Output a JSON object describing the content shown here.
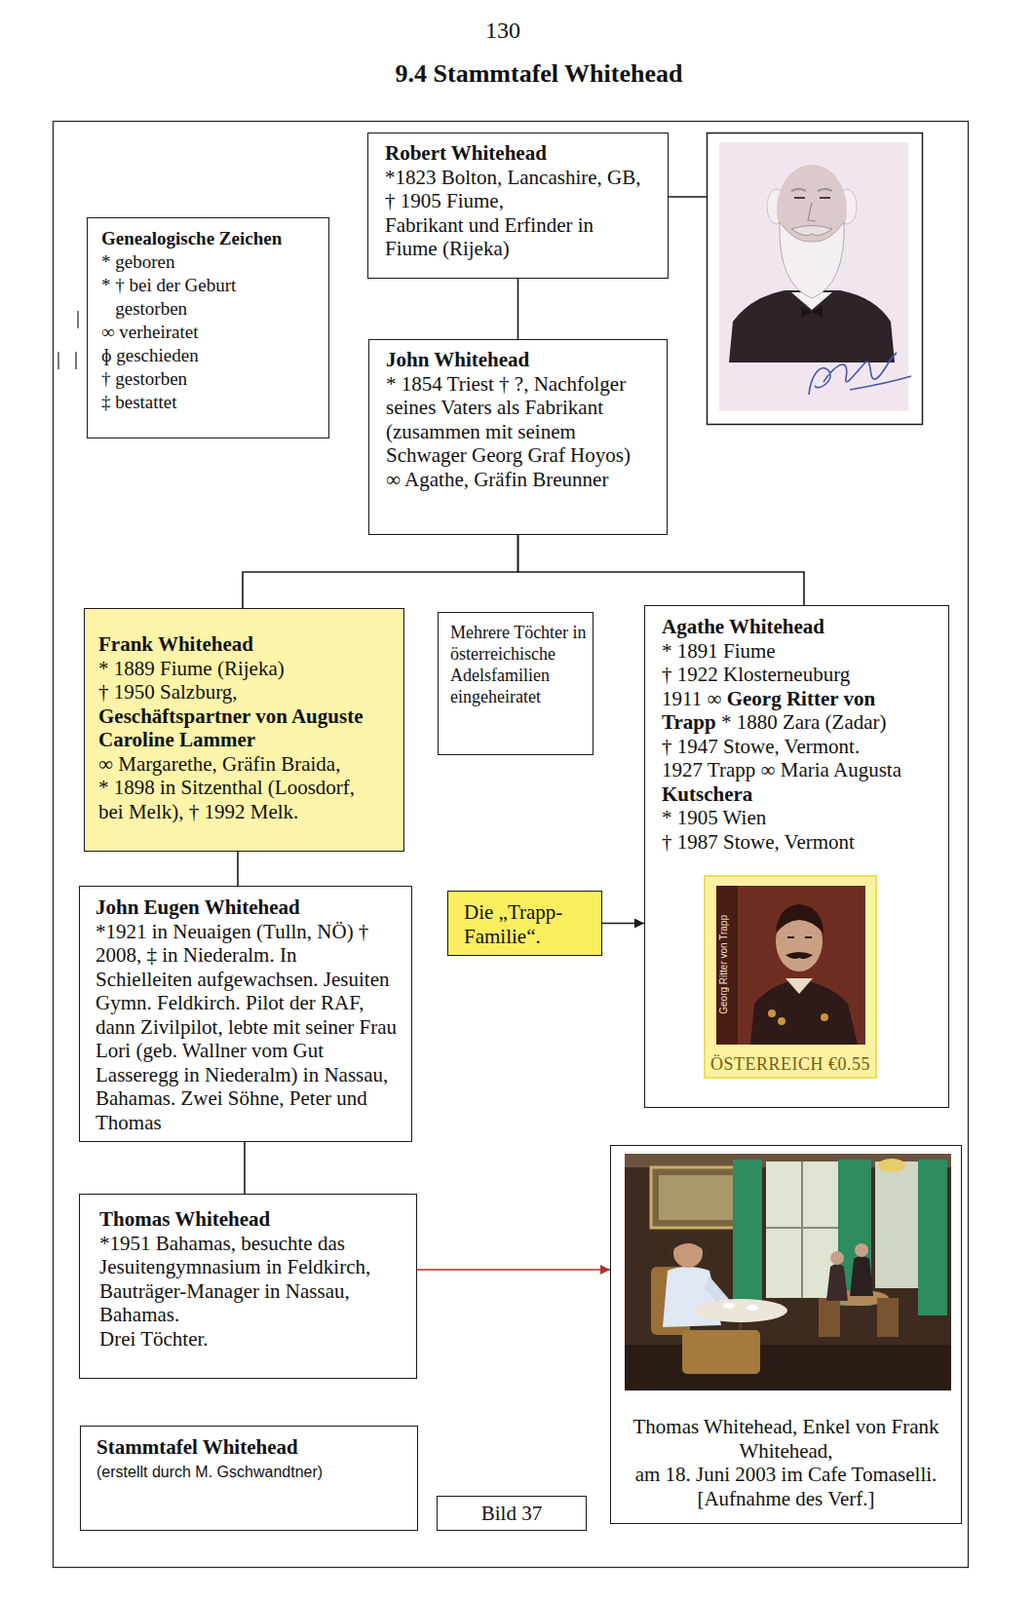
{
  "diagram": {
    "title": "9.4 Stammtafel Whitehead",
    "nodes": [
      {
        "text": [
          "Robert Whitehead",
          "*1823 Bolton, Lancashire, GB,",
          "† 1905 Fiume,",
          "Fabrikant und Erfinder in Fiume (Rijeka)"
        ]
      },
      {
        "text": [
          "Genealogische Zeichen",
          "* geboren",
          "* † bei der Geburt gestorben",
          "∞ verheiratet",
          "ɸ geschieden",
          "† gestorben",
          "‡ bestattet"
        ]
      },
      {
        "text": [
          "John Whitehead",
          "* 1854 Triest † ?, Nachfolger seines Vaters als Fabrikant (zusammen mit seinem Schwager Georg Graf Hoyos)",
          "∞ Agathe, Gräfin Breunner"
        ]
      },
      {
        "text": [
          "Frank Whitehead",
          "* 1889 Fiume (Rijeka)",
          "† 1950 Salzburg,",
          "Geschäftspartner von Auguste Caroline Lammer",
          "∞ Margarethe, Gräfin Braida,",
          "* 1898 in Sitzenthal (Loosdorf, bei Melk), † 1992 Melk."
        ]
      },
      {
        "text": [
          "Mehrere Töchter in österreichische Adelsfamilien eingeheiratet"
        ]
      },
      {
        "text": [
          "Agathe Whitehead",
          "* 1891 Fiume",
          "† 1922 Klosterneuburg",
          "1911 ∞",
          "Georg Ritter von Trapp",
          "* 1880 Zara (Zadar)",
          "† 1947 Stowe, Vermont.",
          "1927 Trapp ∞ Maria Augusta",
          "Kutschera",
          "* 1905 Wien",
          "† 1987 Stowe, Vermont"
        ]
      },
      {
        "text": [
          "Die „Trapp-Familie“."
        ]
      },
      {
        "text": [
          "Georg Ritter von Trapp",
          "ÖSTERREICH €0.55"
        ],
        "in": 5
      },
      {
        "text": [
          "John Eugen Whitehead",
          "*1921 in Neuaigen (Tulln, NÖ) † 2008, ‡ in Niederalm. In Schielleiten aufgewachsen. Jesuiten Gymn. Feldkirch. Pilot der RAF, dann Zivilpilot, lebte mit seiner Frau Lori (geb. Wallner vom Gut Lasseregg in Niederalm) in Nassau, Bahamas. Zwei Söhne, Peter und Thomas"
        ]
      },
      {
        "text": [
          "Thomas Whitehead",
          "*1951 Bahamas, besuchte das Jesuitengymnasium in Feldkirch, Bauträger-Manager in Nassau, Bahamas.",
          "Drei Töchter."
        ]
      },
      {
        "text": [
          "Thomas Whitehead, Enkel von Frank Whitehead,",
          "am 18. Juni 2003 im Cafe Tomaselli.",
          "[Aufnahme des Verf.]"
        ]
      },
      {
        "text": [
          "Stammtafel Whitehead",
          "(erstellt durch M. Gschwandtner)"
        ]
      },
      {
        "text": [
          "Bild 37"
        ]
      }
    ],
    "edges": [
      {
        "from": 0,
        "to": 2,
        "arrow": "none"
      },
      {
        "from": 2,
        "to": 3,
        "arrow": "none"
      },
      {
        "from": 2,
        "to": 5,
        "arrow": "none"
      },
      {
        "from": 3,
        "to": 8,
        "arrow": "none"
      },
      {
        "from": 8,
        "to": 9,
        "arrow": "none"
      },
      {
        "from": 6,
        "to": 5,
        "arrow": "to"
      },
      {
        "from": 9,
        "to": 10,
        "arrow": "to"
      }
    ],
    "labels": [
      "130"
    ]
  }
}
